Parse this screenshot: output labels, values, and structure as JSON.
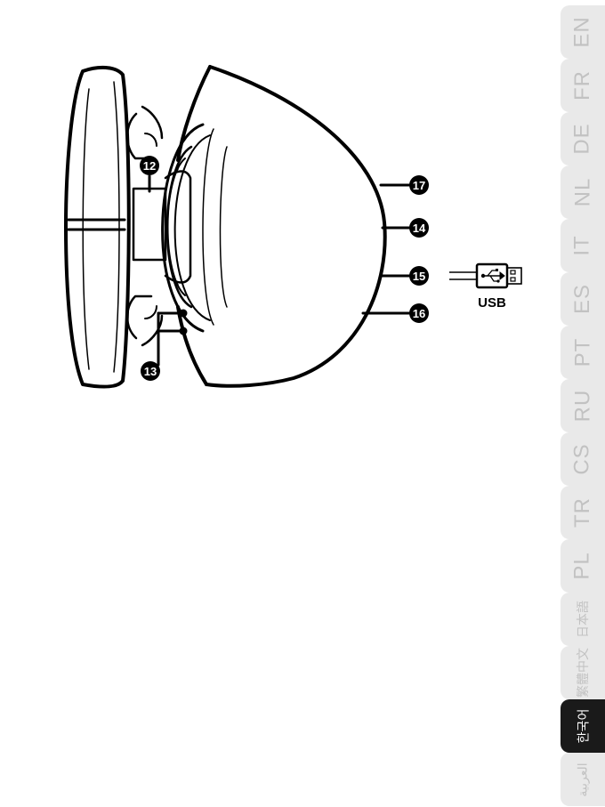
{
  "callouts": {
    "c12": "12",
    "c13": "13",
    "c14": "14",
    "c15": "15",
    "c16": "16",
    "c17": "17"
  },
  "usb_label": "USB",
  "language_tabs": [
    {
      "label": "EN",
      "active": false
    },
    {
      "label": "FR",
      "active": false
    },
    {
      "label": "DE",
      "active": false
    },
    {
      "label": "NL",
      "active": false
    },
    {
      "label": "IT",
      "active": false
    },
    {
      "label": "ES",
      "active": false
    },
    {
      "label": "PT",
      "active": false
    },
    {
      "label": "RU",
      "active": false
    },
    {
      "label": "CS",
      "active": false
    },
    {
      "label": "TR",
      "active": false
    },
    {
      "label": "PL",
      "active": false
    },
    {
      "label": "日本語",
      "active": false
    },
    {
      "label": "繁體中文",
      "active": false
    },
    {
      "label": "한국어",
      "active": true
    },
    {
      "label": "العربية",
      "active": false
    }
  ],
  "colors": {
    "tab_inactive_bg": "#e9e9e9",
    "tab_inactive_text": "#c2c2c2",
    "tab_active_bg": "#1a1a1a",
    "tab_active_text": "#ffffff",
    "line": "#000000"
  }
}
